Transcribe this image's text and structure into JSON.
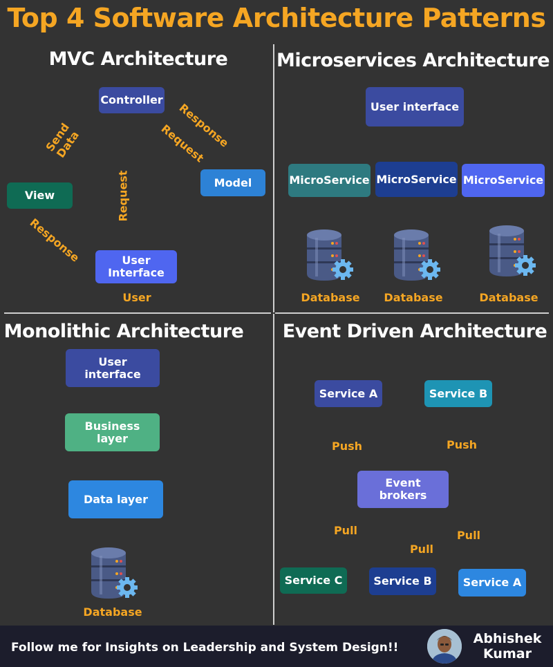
{
  "title": "Top 4 Software Architecture Patterns",
  "colors": {
    "accent": "#f5a623",
    "background": "#333333",
    "footer": "#1c1d2c"
  },
  "mvc": {
    "title": "MVC Architecture",
    "controller": "Controller",
    "model": "Model",
    "view": "View",
    "user_interface": "User\nInterface",
    "user": "User",
    "send_data": "Send\nData",
    "response_top": "Response",
    "request_top": "Request",
    "request_mid": "Request",
    "response_left": "Response"
  },
  "microservices": {
    "title": "Microservices Architecture",
    "user_interface": "User interface",
    "services": [
      "MicroService",
      "MicroService",
      "MicroService"
    ],
    "databases": [
      "Database",
      "Database",
      "Database"
    ]
  },
  "monolithic": {
    "title": "Monolithic Architecture",
    "user_interface": "User interface",
    "business_layer": "Business layer",
    "data_layer": "Data layer",
    "database": "Database"
  },
  "event_driven": {
    "title": "Event Driven Architecture",
    "service_a_top": "Service A",
    "service_b_top": "Service B",
    "push_left": "Push",
    "push_right": "Push",
    "event_brokers": "Event brokers",
    "pull_left": "Pull",
    "pull_center": "Pull",
    "pull_right": "Pull",
    "service_c": "Service C",
    "service_b_bottom": "Service B",
    "service_a_bottom": "Service A"
  },
  "footer": {
    "text": "Follow me for Insights on Leadership and System Design!!",
    "author": "Abhishek\nKumar"
  }
}
